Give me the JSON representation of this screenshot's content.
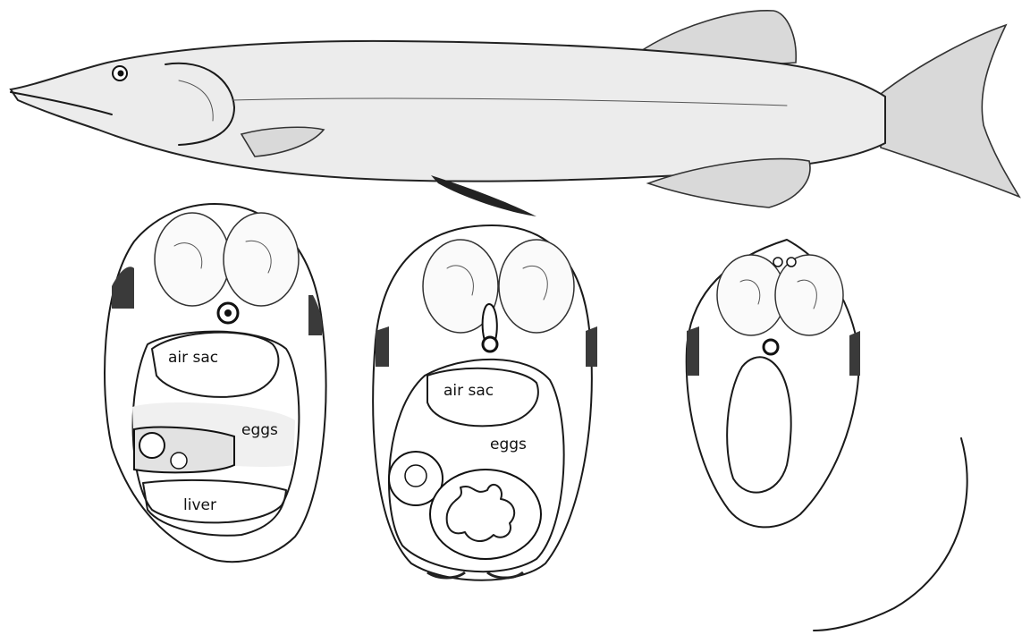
{
  "figure": {
    "style": "pencil sketch, black and white",
    "subjects": [
      "fish side view",
      "cross-section 1",
      "cross-section 2",
      "cross-section 3"
    ]
  },
  "labels": {
    "section1": {
      "air_sac": "air sac",
      "eggs": "eggs",
      "liver": "liver"
    },
    "section2": {
      "air_sac": "air sac",
      "eggs": "eggs"
    }
  }
}
